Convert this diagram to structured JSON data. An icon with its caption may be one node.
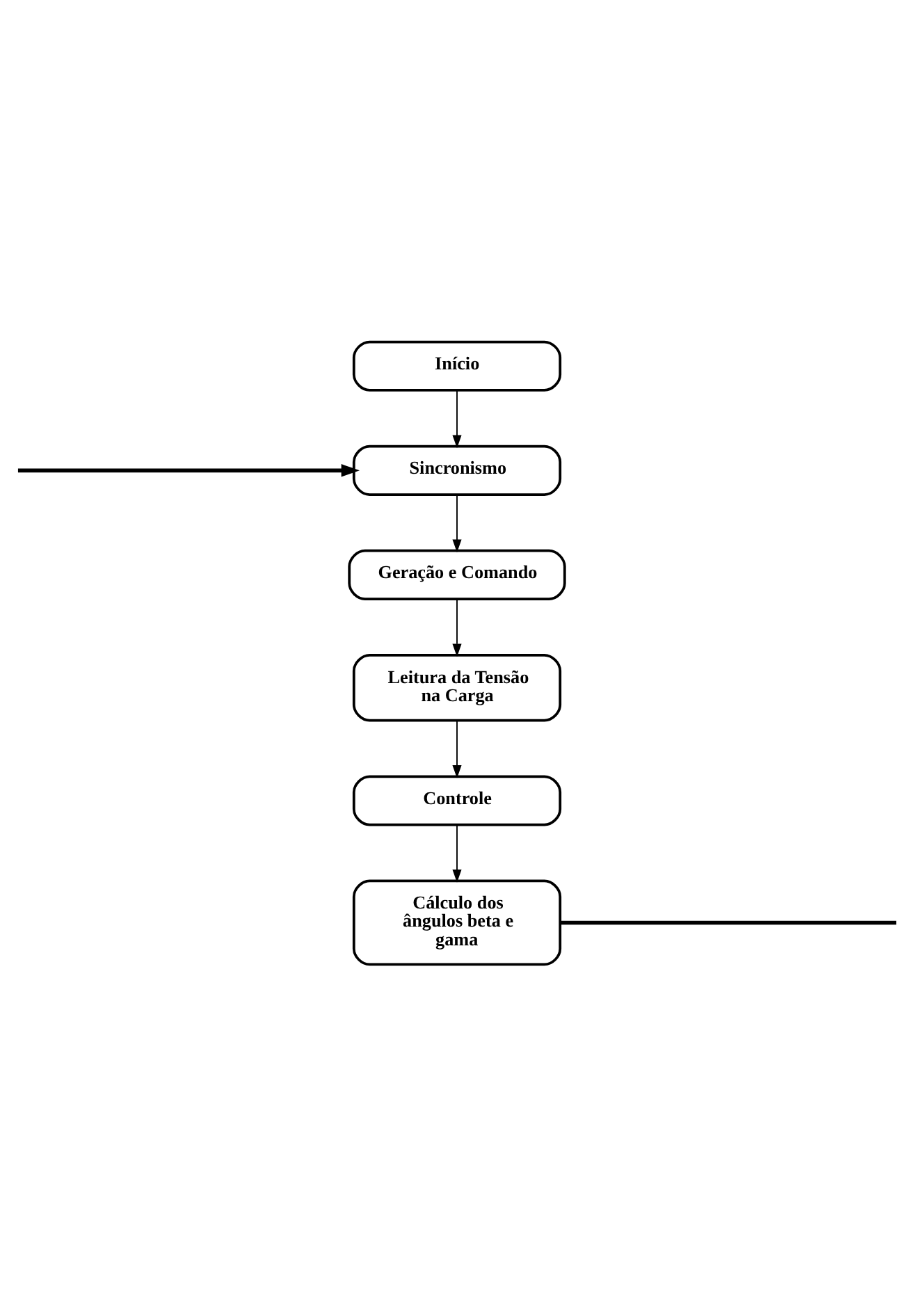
{
  "diagram": {
    "nodes": [
      {
        "text": [
          "Início"
        ]
      },
      {
        "text": [
          "Sincronismo"
        ]
      },
      {
        "text": [
          "Geração e Comando"
        ]
      },
      {
        "text": [
          "Leitura da Tensão na Carga"
        ]
      },
      {
        "text": [
          "Controle"
        ]
      },
      {
        "text": [
          "Cálculo dos ângulos beta e gama"
        ]
      }
    ],
    "edges": [
      {
        "from": 0,
        "to": 1,
        "arrow": "to"
      },
      {
        "from": 1,
        "to": 2,
        "arrow": "to"
      },
      {
        "from": 2,
        "to": 3,
        "arrow": "to"
      },
      {
        "from": 3,
        "to": 4,
        "arrow": "to"
      },
      {
        "from": 4,
        "to": 5,
        "arrow": "to"
      },
      {
        "from": 5,
        "to": null,
        "arrow": "none",
        "style": "thick"
      },
      {
        "from": null,
        "to": 1,
        "arrow": "to",
        "style": "thick"
      }
    ]
  }
}
